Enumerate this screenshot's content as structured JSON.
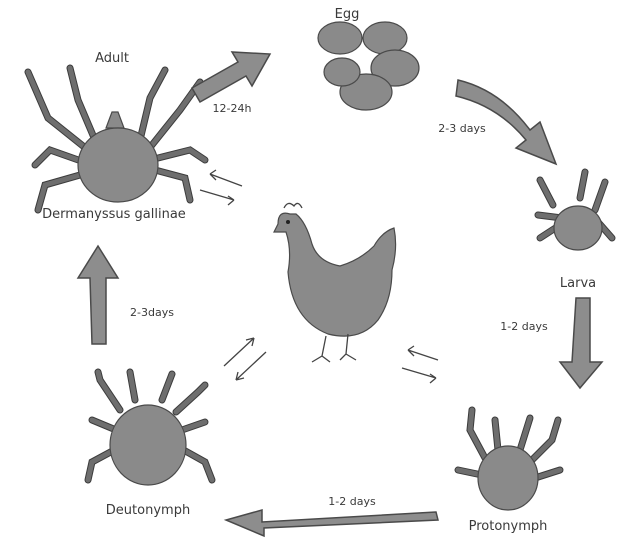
{
  "stages": {
    "egg": "Egg",
    "larva": "Larva",
    "protonymph": "Protonymph",
    "deutonymph": "Deutonymph",
    "adult": "Adult",
    "species": "Dermanyssus gallinae"
  },
  "durations": {
    "adult_to_egg": "12-24h",
    "egg_to_larva": "2-3 days",
    "larva_to_protonymph": "1-2 days",
    "protonymph_to_deutonymph": "1-2 days",
    "deutonymph_to_adult": "2-3days"
  },
  "colors": {
    "pencil_fill": "#8a8a8a",
    "pencil_stroke": "#4a4a4a",
    "text": "#3a3a3a"
  }
}
